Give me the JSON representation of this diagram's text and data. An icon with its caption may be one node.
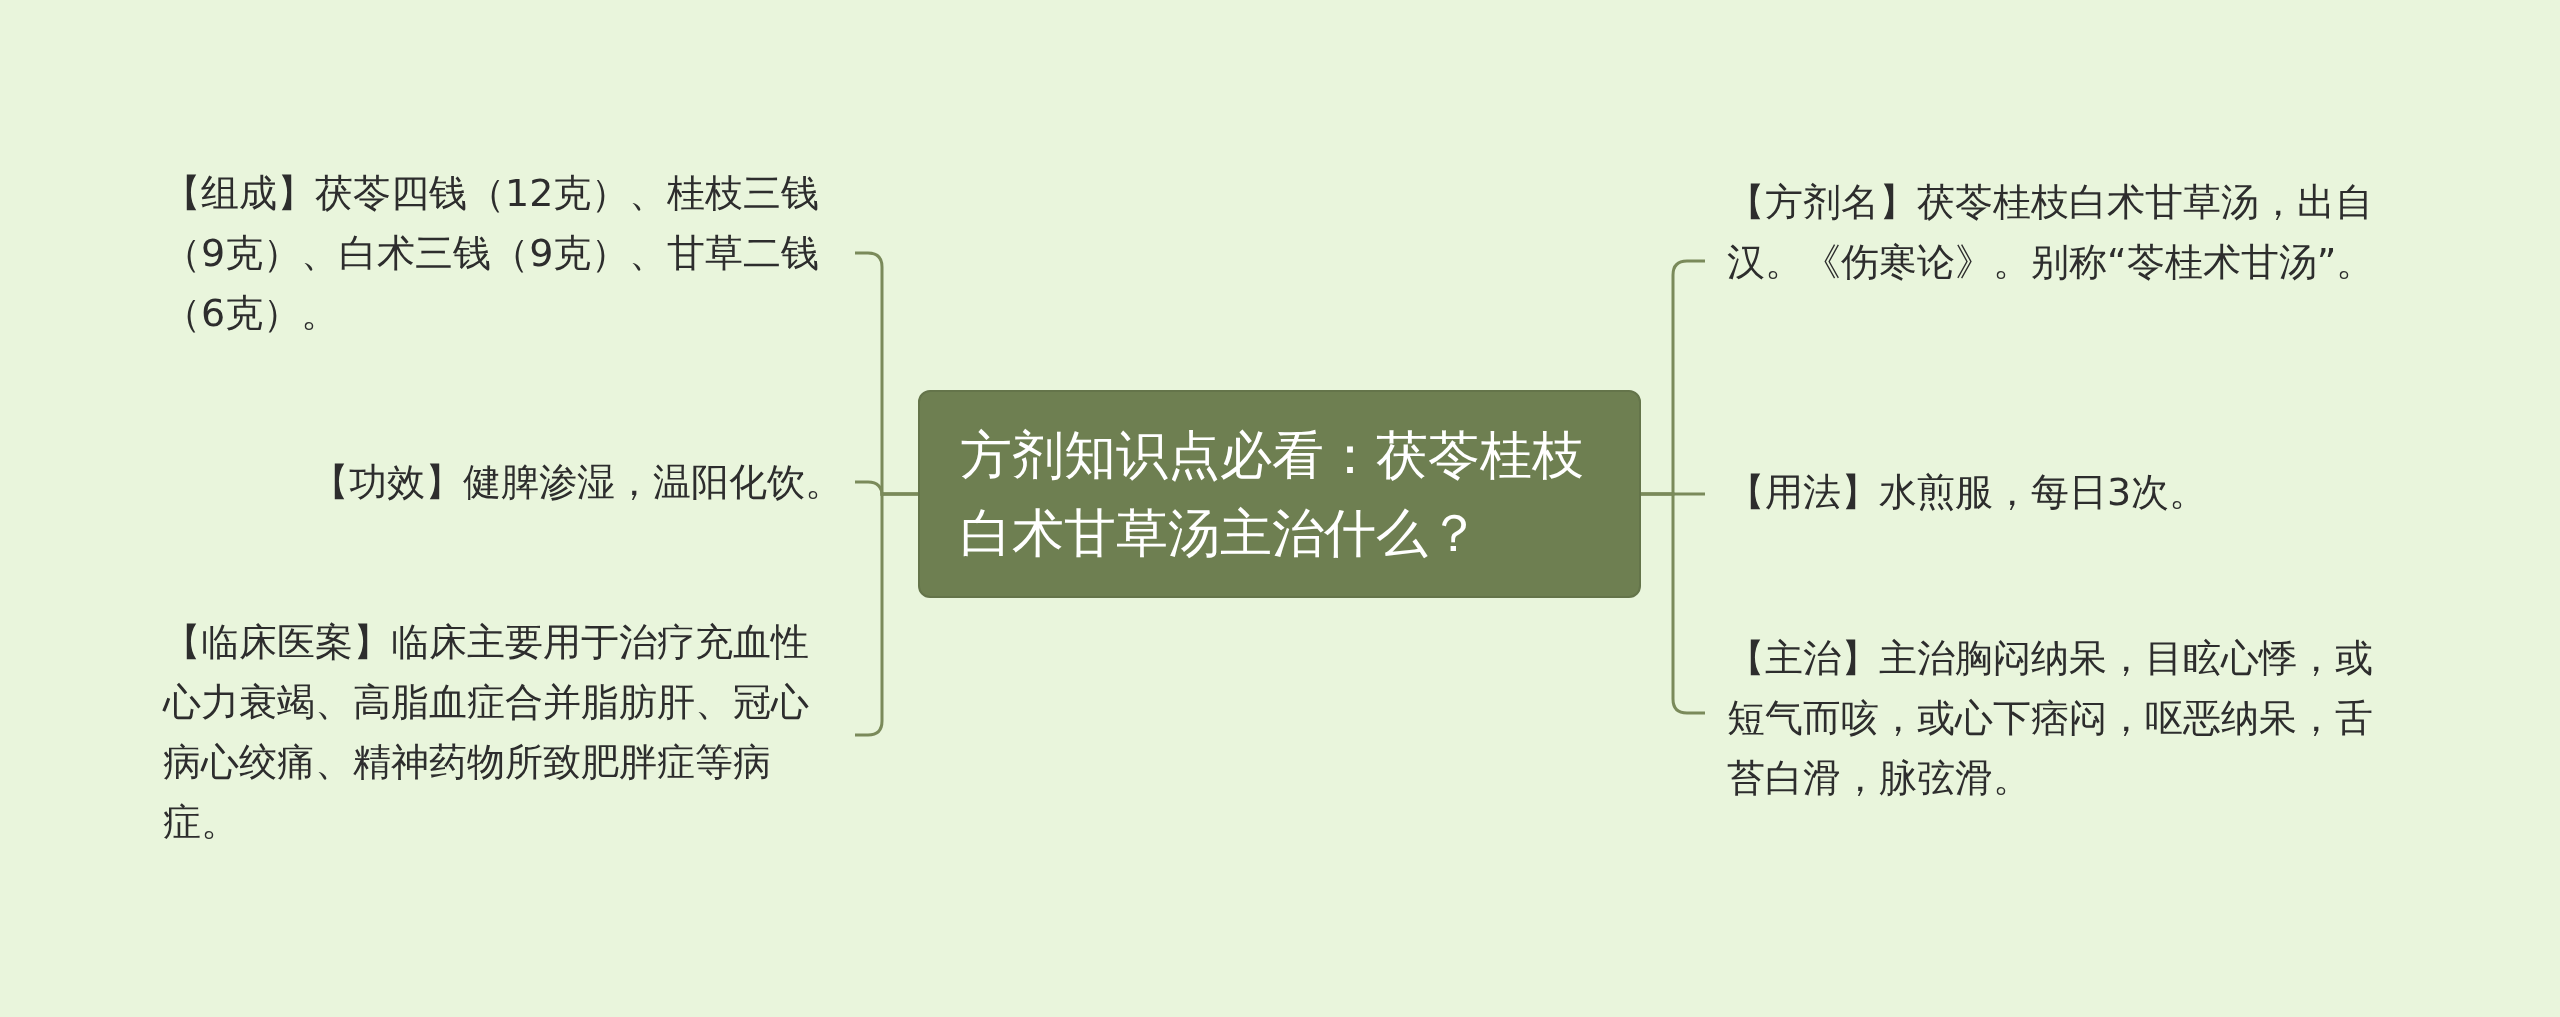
{
  "diagram": {
    "nodes": [
      {
        "text": [
          "方剂知识点必看：茯苓桂枝白术甘草汤主治什么？"
        ]
      },
      {
        "text": [
          "【组成】茯苓四钱（12克）、桂枝三钱（9克）、白术三钱（9克）、甘草二钱（6克）。"
        ]
      },
      {
        "text": [
          "【功效】健脾渗湿，温阳化饮。"
        ]
      },
      {
        "text": [
          "【临床医案】临床主要用于治疗充血性心力衰竭、高脂血症合并脂肪肝、冠心病心绞痛、精神药物所致肥胖症等病症。"
        ]
      },
      {
        "text": [
          "【方剂名】茯苓桂枝白术甘草汤，出自汉。《伤寒论》。别称“苓桂术甘汤”。"
        ]
      },
      {
        "text": [
          "【用法】水煎服，每日3次。"
        ]
      },
      {
        "text": [
          "【主治】主治胸闷纳呆，目眩心悸，或短气而咳，或心下痞闷，呕恶纳呆，舌苔白滑，脉弦滑。"
        ]
      }
    ],
    "edges": [
      {
        "from": 0,
        "to": 1,
        "arrow": "none"
      },
      {
        "from": 0,
        "to": 2,
        "arrow": "none"
      },
      {
        "from": 0,
        "to": 3,
        "arrow": "none"
      },
      {
        "from": 0,
        "to": 4,
        "arrow": "none"
      },
      {
        "from": 0,
        "to": 5,
        "arrow": "none"
      },
      {
        "from": 0,
        "to": 6,
        "arrow": "none"
      }
    ]
  }
}
